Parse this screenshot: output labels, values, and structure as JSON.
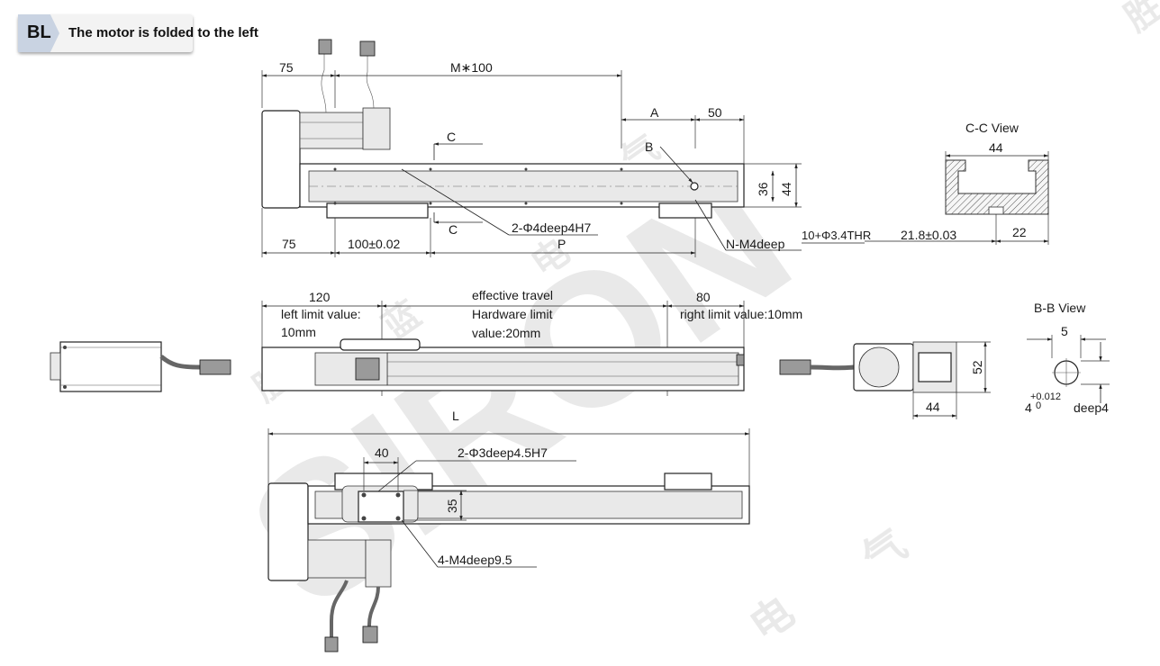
{
  "header": {
    "code": "BL",
    "title": "The motor is folded to the left"
  },
  "watermark": {
    "brand": "SIRON",
    "chars": [
      "胜",
      "蓝",
      "电",
      "气"
    ]
  },
  "top_view": {
    "dim_75_top": "75",
    "dim_m100": "M∗100",
    "dim_a": "A",
    "dim_50": "50",
    "label_b": "B",
    "label_c_top": "C",
    "label_c_bottom": "C",
    "dim_36": "36",
    "dim_44": "44",
    "dim_75_bottom": "75",
    "dim_100": "100±0.02",
    "dim_p": "P",
    "callout_hole": "2-Φ4deep4H7",
    "callout_nm4": "N-M4deep",
    "callout_thr": "10+Φ3.4THR"
  },
  "cc_view": {
    "title": "C-C View",
    "dim_width": "44",
    "dim_offset": "21.8±0.03",
    "dim_22": "22"
  },
  "middle_view": {
    "dim_120": "120",
    "left_limit_line1": "left limit value:",
    "left_limit_line2": "10mm",
    "travel_line1": "effective travel",
    "travel_line2": "Hardware limit",
    "travel_line3": "value:20mm",
    "dim_80": "80",
    "right_limit": "right limit value:10mm",
    "dim_l": "L"
  },
  "end_view": {
    "dim_52": "52",
    "dim_44": "44"
  },
  "bb_view": {
    "title": "B-B View",
    "dim_5": "5",
    "tol": "+0.012",
    "dim_4": "4",
    "tol_low": "0",
    "depth": "deep4"
  },
  "bottom_view": {
    "dim_40": "40",
    "callout_hole": "2-Φ3deep4.5H7",
    "dim_35": "35",
    "callout_m4": "4-M4deep9.5"
  }
}
